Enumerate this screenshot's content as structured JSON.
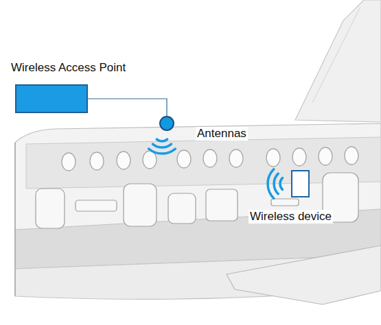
{
  "diagram": {
    "nodes": [
      {
        "text": [
          "Wireless Access Point"
        ]
      },
      {
        "text": [
          "Antennas"
        ]
      },
      {
        "text": [
          "Wireless device"
        ]
      }
    ],
    "edges": [
      {
        "from": 0,
        "to": 1,
        "arrow": "none"
      }
    ]
  }
}
